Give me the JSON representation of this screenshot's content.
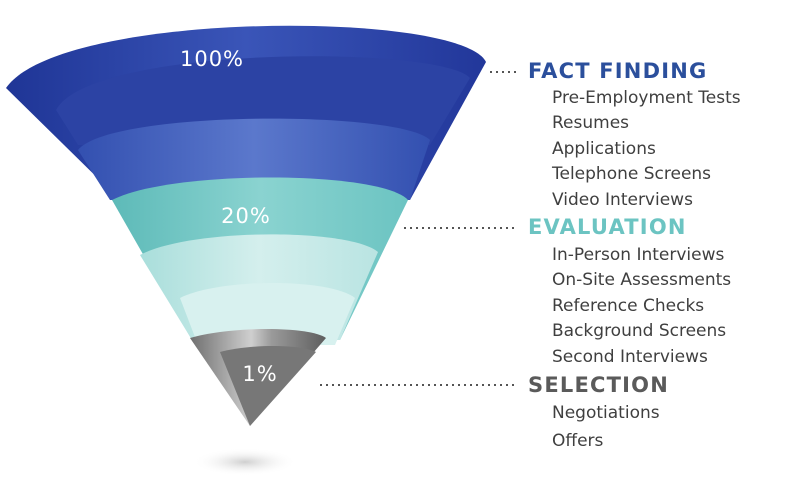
{
  "funnel": {
    "levels": [
      {
        "percent_label": "100%",
        "color": "#2a3f9a"
      },
      {
        "percent_label": "20%",
        "color": "#6cc4c2"
      },
      {
        "percent_label": "1%",
        "color": "#9a9a9a"
      }
    ]
  },
  "stages": [
    {
      "title": "FACT FINDING",
      "color": "#2b4f9c",
      "items": [
        "Pre-Employment Tests",
        "Resumes",
        "Applications",
        "Telephone Screens",
        "Video Interviews"
      ]
    },
    {
      "title": "EVALUATION",
      "color": "#6cc4c2",
      "items": [
        "In-Person Interviews",
        "On-Site Assessments",
        "Reference Checks",
        "Background Screens",
        "Second Interviews"
      ]
    },
    {
      "title": "SELECTION",
      "color": "#5a5a5a",
      "items": [
        "Negotiations",
        "Offers"
      ]
    }
  ]
}
